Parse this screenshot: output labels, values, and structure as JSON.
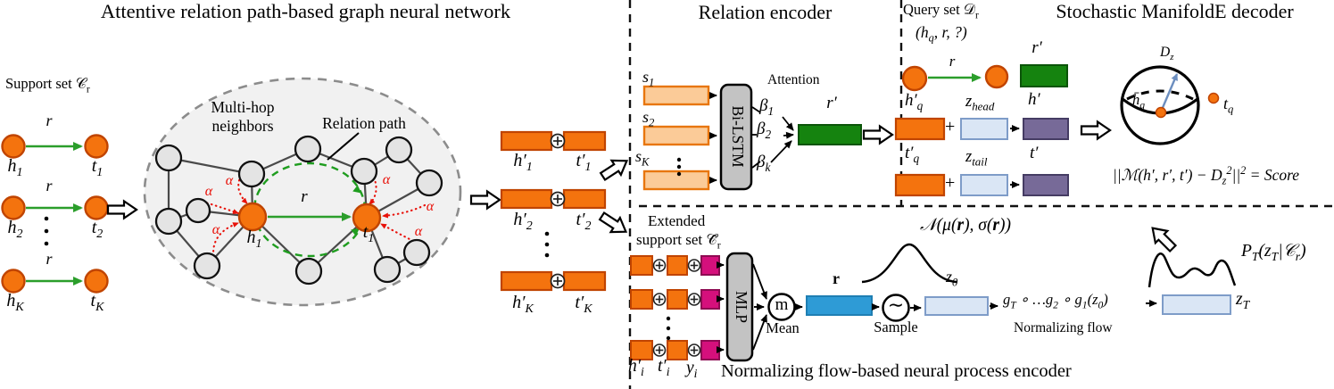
{
  "titles": {
    "gnn": "Attentive relation path-based graph neural network",
    "relation_encoder": "Relation encoder",
    "decoder": "Stochastic ManifoldE decoder",
    "np_encoder": "Normalizing flow-based neural process encoder"
  },
  "support": {
    "label": [
      [
        "Support set ",
        ""
      ],
      [
        "𝒞",
        ""
      ],
      [
        "r",
        "s"
      ]
    ],
    "rows": [
      {
        "rel": "r",
        "head": [
          [
            "h",
            ""
          ],
          [
            "1",
            "s"
          ]
        ],
        "tail": [
          [
            "t",
            ""
          ],
          [
            "1",
            "s"
          ]
        ]
      },
      {
        "rel": "r",
        "head": [
          [
            "h",
            ""
          ],
          [
            "2",
            "s"
          ]
        ],
        "tail": [
          [
            "t",
            ""
          ],
          [
            "2",
            "s"
          ]
        ]
      },
      {
        "rel": "r",
        "head": [
          [
            "h",
            ""
          ],
          [
            "K",
            "s"
          ]
        ],
        "tail": [
          [
            "t",
            ""
          ],
          [
            "K",
            "s"
          ]
        ]
      }
    ]
  },
  "graph": {
    "multihop_line1": "Multi-hop",
    "multihop_line2": "neighbors",
    "relation_path": "Relation path",
    "alpha": "α",
    "rel": "r",
    "h1": [
      [
        "h",
        ""
      ],
      [
        "1",
        "s"
      ]
    ],
    "t1": [
      [
        "t",
        ""
      ],
      [
        "1",
        "s"
      ]
    ]
  },
  "embeds": {
    "rows": [
      {
        "head": [
          [
            "h′",
            ""
          ],
          [
            "1",
            "s"
          ]
        ],
        "tail": [
          [
            "t′",
            ""
          ],
          [
            "1",
            "s"
          ]
        ]
      },
      {
        "head": [
          [
            "h′",
            ""
          ],
          [
            "2",
            "s"
          ]
        ],
        "tail": [
          [
            "t′",
            ""
          ],
          [
            "2",
            "s"
          ]
        ]
      },
      {
        "head": [
          [
            "h′",
            ""
          ],
          [
            "K",
            "s"
          ]
        ],
        "tail": [
          [
            "t′",
            ""
          ],
          [
            "K",
            "s"
          ]
        ]
      }
    ]
  },
  "encoder": {
    "s1": [
      [
        "s",
        ""
      ],
      [
        "1",
        "s"
      ]
    ],
    "s2": [
      [
        "s",
        ""
      ],
      [
        "2",
        "s"
      ]
    ],
    "sK": [
      [
        "s",
        ""
      ],
      [
        "K",
        "s"
      ]
    ],
    "bilstm": "Bi-LSTM",
    "attention": "Attention",
    "beta1": [
      [
        "β",
        ""
      ],
      [
        "1",
        "s"
      ]
    ],
    "beta2": [
      [
        "β",
        ""
      ],
      [
        "2",
        "s"
      ]
    ],
    "betak": [
      [
        "β",
        ""
      ],
      [
        "k",
        "s"
      ]
    ],
    "r_out": "r′"
  },
  "query": {
    "title": [
      [
        "Query set ",
        ""
      ],
      [
        "𝒟",
        ""
      ],
      [
        "r",
        "s"
      ]
    ],
    "triple": [
      [
        "(h",
        ""
      ],
      [
        "q",
        "s"
      ],
      [
        ", r, ?)",
        ""
      ]
    ],
    "rel": "r",
    "r_out": "r′",
    "h_q": [
      [
        "h′",
        ""
      ],
      [
        "q",
        "s"
      ]
    ],
    "t_q": [
      [
        "t′",
        ""
      ],
      [
        "q",
        "s"
      ]
    ],
    "z_head": [
      [
        "z",
        ""
      ],
      [
        "head",
        "s"
      ]
    ],
    "z_tail": [
      [
        "z",
        ""
      ],
      [
        "tail",
        "s"
      ]
    ],
    "h_out": "h′",
    "t_out": "t′",
    "plus": "+"
  },
  "decoder": {
    "d_z": [
      [
        "D",
        ""
      ],
      [
        "z",
        "s"
      ]
    ],
    "h_q": [
      [
        "h̄",
        ""
      ],
      [
        "q",
        "s"
      ]
    ],
    "t_q": [
      [
        "t",
        ""
      ],
      [
        "q",
        "s"
      ]
    ],
    "score": [
      [
        "||ℳ(h′, r′, t′) − D",
        ""
      ],
      [
        "z",
        "s"
      ],
      [
        "2",
        "p"
      ],
      [
        "||",
        ""
      ],
      [
        "2",
        "p"
      ],
      [
        " = Score",
        ""
      ]
    ]
  },
  "np": {
    "extended_line1": "Extended",
    "extended_line2": [
      [
        "support set ",
        ""
      ],
      [
        "𝒞̃",
        ""
      ],
      [
        "r",
        "s"
      ]
    ],
    "h_i": [
      [
        "h′",
        ""
      ],
      [
        "i",
        "s"
      ]
    ],
    "t_i": [
      [
        "t′",
        ""
      ],
      [
        "i",
        "s"
      ]
    ],
    "y_i": [
      [
        "y",
        ""
      ],
      [
        "i",
        "s"
      ]
    ],
    "mlp": "MLP",
    "m": "m",
    "mean": "Mean",
    "r": "r",
    "gauss": [
      [
        "𝒩(μ(",
        ""
      ],
      [
        "r",
        "b"
      ],
      [
        "), σ(",
        ""
      ],
      [
        "r",
        "b"
      ],
      [
        "))",
        ""
      ]
    ],
    "sample_symbol": "∼",
    "sample": "Sample",
    "z0": [
      [
        "z",
        ""
      ],
      [
        "0",
        "s"
      ]
    ],
    "flow": [
      [
        "g",
        ""
      ],
      [
        "T",
        "s"
      ],
      [
        " ∘ …g",
        ""
      ],
      [
        "2",
        "s"
      ],
      [
        " ∘ g",
        ""
      ],
      [
        "1",
        "s"
      ],
      [
        "(z",
        ""
      ],
      [
        "0",
        "s"
      ],
      [
        ")",
        ""
      ]
    ],
    "zT": [
      [
        "z",
        ""
      ],
      [
        "T",
        "s"
      ]
    ],
    "flow_label": "Normalizing flow",
    "pt": [
      [
        "P",
        ""
      ],
      [
        "T",
        "s"
      ],
      [
        "(z",
        ""
      ],
      [
        "T",
        "s"
      ],
      [
        "|𝒞",
        ""
      ],
      [
        "r",
        "s"
      ],
      [
        ")",
        ""
      ]
    ]
  },
  "colors": {
    "orange": "#F4730E",
    "orange_border": "#C04400",
    "light_orange": "#FBCB98",
    "green_box": "#15830F",
    "green_arrow": "#2B9E2B",
    "relation_path_green": "#1F9D1F",
    "magenta": "#D5107C",
    "blue": "#2E9BD6",
    "light_blue": "#DAE6F5",
    "purple": "#776A98",
    "attention_red": "#E81109",
    "gray_node": "#E4E4E4",
    "gray_box": "#C3C3C3",
    "steel_blue_arrow": "#6C8EBF"
  }
}
